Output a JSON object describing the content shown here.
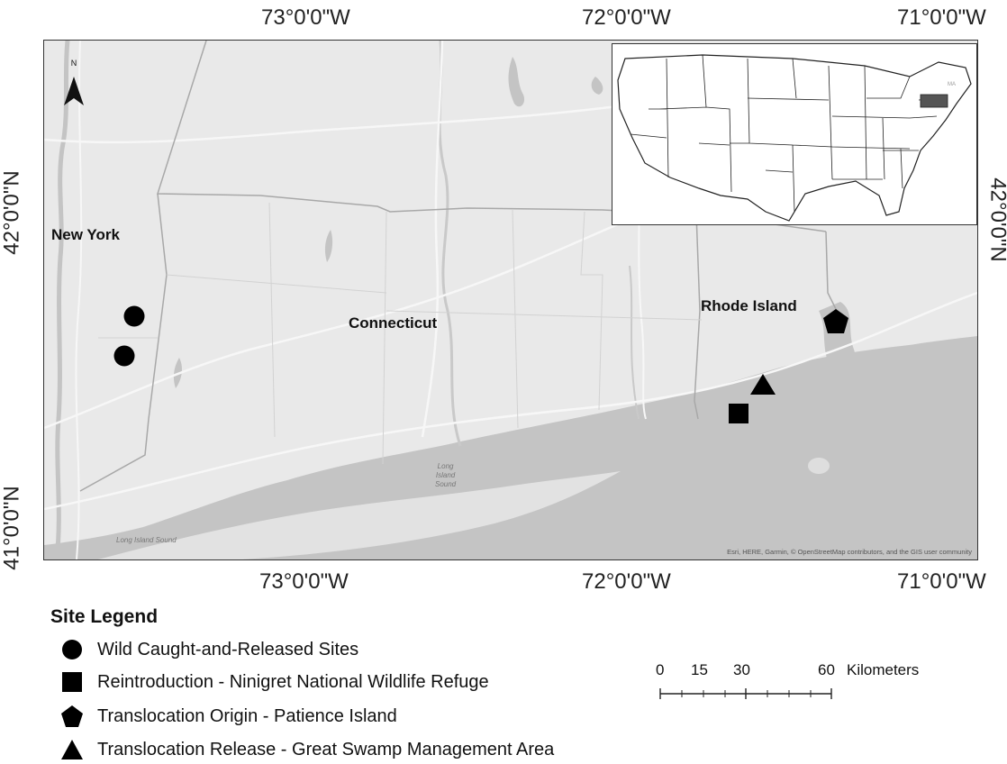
{
  "axes": {
    "top_labels": [
      "73°0'0\"W",
      "72°0'0\"W",
      "71°0'0\"W"
    ],
    "bottom_labels": [
      "73°0'0\"W",
      "72°0'0\"W",
      "71°0'0\"W"
    ],
    "left_labels": [
      "42°0'0\"N",
      "41°0'0\"N"
    ],
    "right_labels": [
      "42°0'0\"N"
    ]
  },
  "map": {
    "north_letter": "N",
    "state_labels": {
      "new_york": "New York",
      "connecticut": "Connecticut",
      "rhode_island": "Rhode Island"
    },
    "water_labels": {
      "long_island_sound_center": "Long\nIsland\nSound",
      "long_island_sound_west": "Long Island Sound"
    },
    "inset_state_abbrev": "MA",
    "attribution": "Esri, HERE, Garmin, © OpenStreetMap contributors, and the GIS user community",
    "colors": {
      "land": "#e9e9e9",
      "water": "#c4c4c4",
      "boundary": "#a8a8a8",
      "symbol": "#000000",
      "inset_highlight": "#555555"
    }
  },
  "legend": {
    "title": "Site Legend",
    "items": [
      {
        "symbol": "circle-icon",
        "label": "Wild Caught-and-Released Sites"
      },
      {
        "symbol": "square-icon",
        "label": "Reintroduction - Ninigret National Wildlife Refuge"
      },
      {
        "symbol": "pentagon-icon",
        "label": "Translocation Origin - Patience Island"
      },
      {
        "symbol": "triangle-icon",
        "label": "Translocation Release - Great Swamp Management Area"
      }
    ]
  },
  "scale": {
    "ticks": [
      "0",
      "15",
      "30",
      "60"
    ],
    "unit": "Kilometers"
  }
}
